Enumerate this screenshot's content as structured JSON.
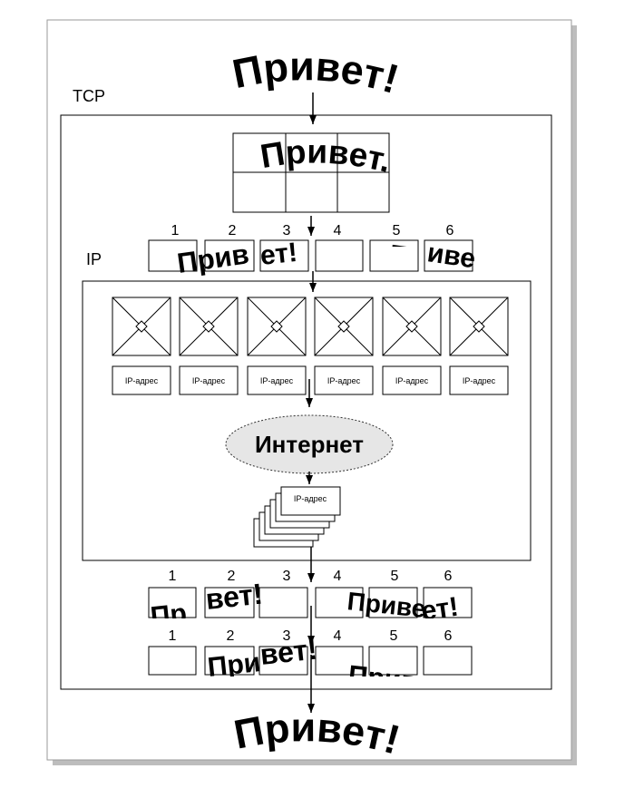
{
  "diagram": {
    "message_top": "Привет!",
    "message_bottom": "Привет!",
    "tcp_label": "TCP",
    "ip_label": "IP",
    "grid_message": "Привет.",
    "internet_label": "Интернет",
    "segment_numbers": [
      "1",
      "2",
      "3",
      "4",
      "5",
      "6"
    ],
    "ip_address_labels": [
      "IP-адрес",
      "IP-адрес",
      "IP-адрес",
      "IP-адрес",
      "IP-адрес",
      "IP-адрес"
    ],
    "stack_label": "IP-адрес",
    "sent_segments": [
      "Прив",
      "ет!",
      "Прив",
      "иве"
    ],
    "received_segments": [
      "Пр",
      "вет!",
      "Приве",
      "ет!"
    ],
    "reassembled_segments": [
      "При",
      "вет!",
      "Прив"
    ]
  }
}
